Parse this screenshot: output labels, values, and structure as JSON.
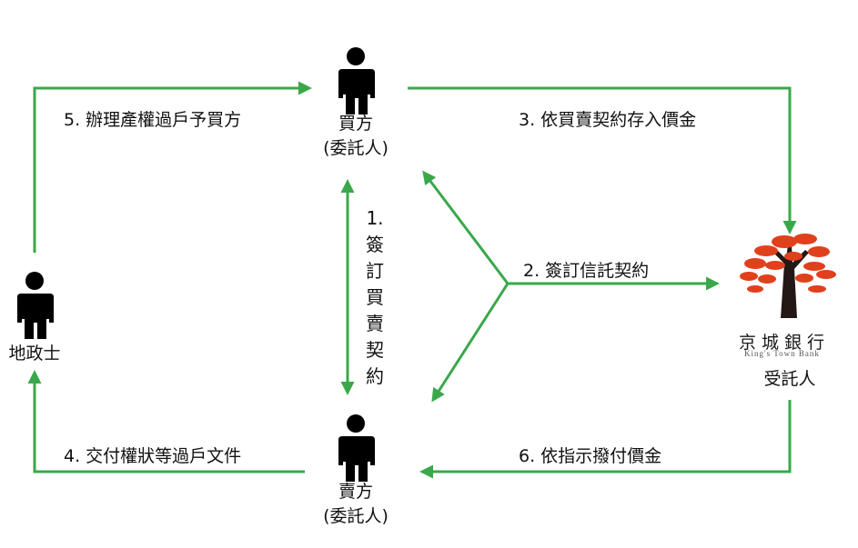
{
  "nodes": {
    "buyer": {
      "name": "買方",
      "role": "(委託人)"
    },
    "seller": {
      "name": "賣方",
      "role": "(委託人)"
    },
    "scrivener": {
      "name": "地政士"
    },
    "trustee": {
      "role": "受託人"
    }
  },
  "bank": {
    "name_zh": "京城銀行",
    "name_en": "King's Town Bank",
    "tree_color": "#e0401c"
  },
  "steps": {
    "s1": {
      "number": "1.",
      "chars": [
        "簽",
        "訂",
        "買",
        "賣",
        "契",
        "約"
      ]
    },
    "s2": "2. 簽訂信託契約",
    "s3": "3. 依買賣契約存入價金",
    "s4": "4. 交付權狀等過戶文件",
    "s5": "5. 辦理產權過戶予買方",
    "s6": "6. 依指示撥付價金"
  },
  "colors": {
    "arrow": "#3aa84a",
    "person": "#000000"
  }
}
